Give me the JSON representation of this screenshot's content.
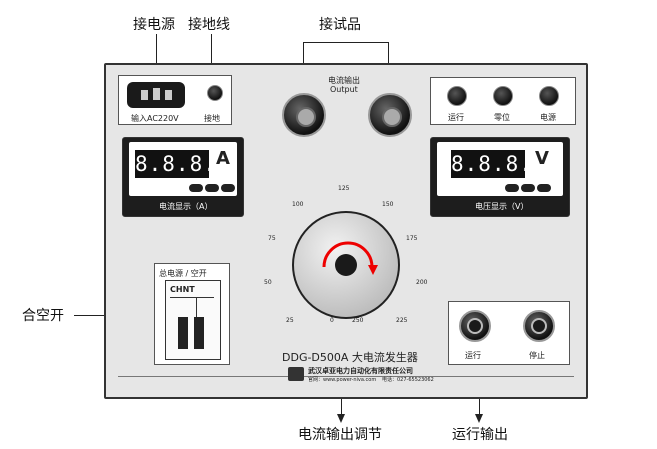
{
  "callouts": {
    "power": "接电源",
    "ground": "接地线",
    "specimen": "接试品",
    "breaker": "合空开",
    "adjust": "电流输出调节",
    "run_output": "运行输出"
  },
  "panel": {
    "power_input_label": "输入AC220V",
    "ground_label": "接地",
    "output_title": "电流输出",
    "output_subtitle": "Output",
    "status_buttons": [
      "运行",
      "零位",
      "电源"
    ],
    "ammeter": {
      "digits": "8.8.8.8",
      "unit": "A",
      "label": "电流显示（A）"
    },
    "voltmeter": {
      "digits": "8.8.8.8",
      "unit": "V",
      "label": "电压显示（V）"
    },
    "breaker_title": "总电源 / 空开",
    "breaker_brand": "CHNT",
    "dial_ticks": [
      "0",
      "25",
      "50",
      "75",
      "100",
      "125",
      "150",
      "175",
      "200",
      "225",
      "250"
    ],
    "model": "DDG-D500A 大电流发生器",
    "company": "武汉卓亚电力自动化有限责任公司",
    "website": "官网：www.power-niva.com",
    "phone": "电话：027-65523062",
    "run_buttons": [
      "运行",
      "停止"
    ]
  }
}
